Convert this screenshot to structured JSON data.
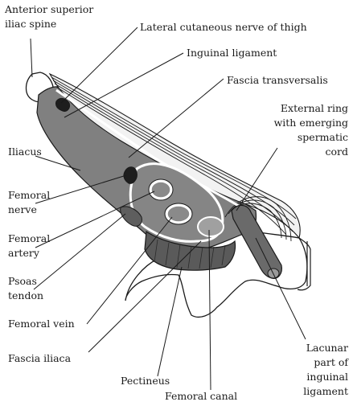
{
  "labels": {
    "asis_line1": "Anterior superior",
    "asis_line2": "iliac spine",
    "lat_cut_nerve": "Lateral cutaneous nerve of thigh",
    "inguinal_lig": "Inguinal ligament",
    "fascia_transversalis": "Fascia transversalis",
    "ext_ring_1": "External ring",
    "ext_ring_2": "with emerging",
    "ext_ring_3": "spermatic",
    "ext_ring_4": "cord",
    "iliacus": "Iliacus",
    "fem_nerve_1": "Femoral",
    "fem_nerve_2": "nerve",
    "fem_artery_1": "Femoral",
    "fem_artery_2": "artery",
    "psoas_1": "Psoas",
    "psoas_2": "tendon",
    "fem_vein": "Femoral vein",
    "fascia_iliaca": "Fascia iliaca",
    "pectineus": "Pectineus",
    "fem_canal": "Femoral canal",
    "lacunar_1": "Lacunar",
    "lacunar_2": "part of",
    "lacunar_3": "inguinal",
    "lacunar_4": "ligament"
  },
  "colors": {
    "muscle": "#7d7d7d",
    "muscle_dark": "#5e5e5e",
    "nerve": "#1e1e1e",
    "fascia": "#ffffff",
    "ink": "#1a1a1a"
  }
}
